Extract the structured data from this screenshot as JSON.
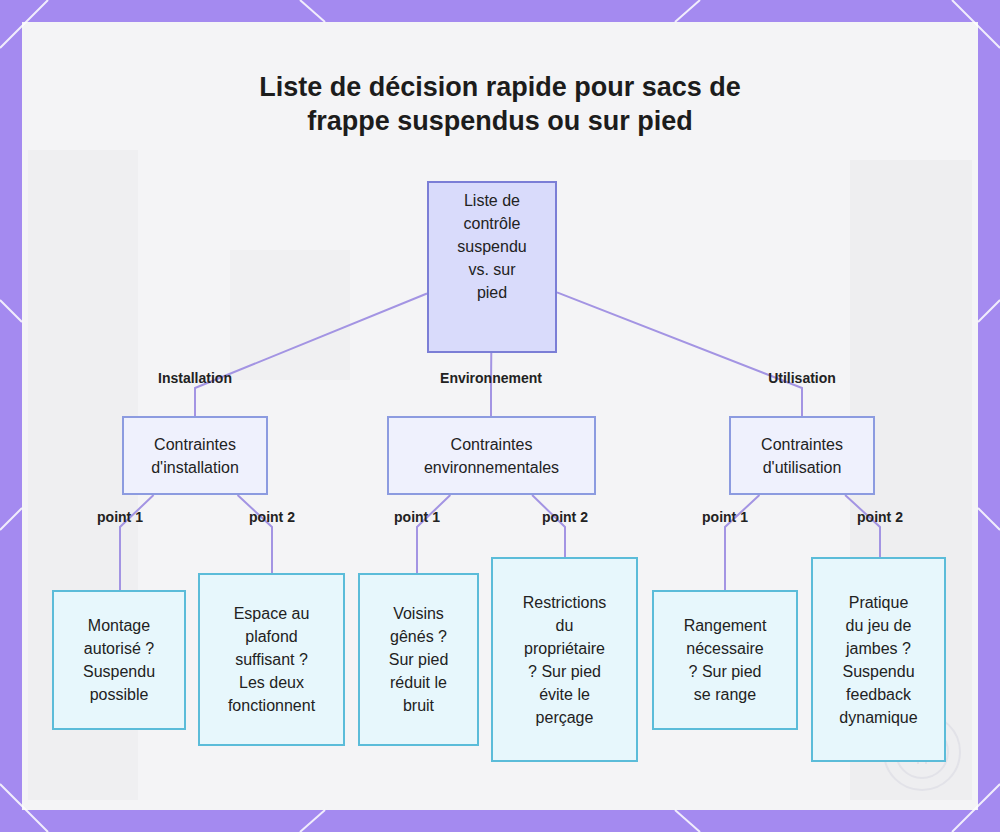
{
  "diagram": {
    "title": "Liste de décision rapide pour sacs de frappe suspendus ou sur pied",
    "nodes": [
      {
        "text": [
          "Liste de contrôle suspendu vs. sur pied"
        ]
      },
      {
        "text": [
          "Contraintes d'installation"
        ]
      },
      {
        "text": [
          "Contraintes environnementales"
        ]
      },
      {
        "text": [
          "Contraintes d'utilisation"
        ]
      },
      {
        "text": [
          "Montage autorisé ? Suspendu possible"
        ]
      },
      {
        "text": [
          "Espace au plafond suffisant ? Les deux fonctionnent"
        ]
      },
      {
        "text": [
          "Voisins gênés ? Sur pied réduit le bruit"
        ]
      },
      {
        "text": [
          "Restrictions du propriétaire ? Sur pied évite le perçage"
        ]
      },
      {
        "text": [
          "Rangement nécessaire ? Sur pied se range"
        ]
      },
      {
        "text": [
          "Pratique du jeu de jambes ? Suspendu feedback dynamique"
        ]
      }
    ],
    "edges": [
      {
        "from": 0,
        "to": 1,
        "label": "Installation",
        "arrow": "none"
      },
      {
        "from": 0,
        "to": 2,
        "label": "Environnement",
        "arrow": "none"
      },
      {
        "from": 0,
        "to": 3,
        "label": "Utilisation",
        "arrow": "none"
      },
      {
        "from": 1,
        "to": 4,
        "label": "point 1",
        "arrow": "none"
      },
      {
        "from": 1,
        "to": 5,
        "label": "point 2",
        "arrow": "none"
      },
      {
        "from": 2,
        "to": 6,
        "label": "point 1",
        "arrow": "none"
      },
      {
        "from": 2,
        "to": 7,
        "label": "point 2",
        "arrow": "none"
      },
      {
        "from": 3,
        "to": 8,
        "label": "point 1",
        "arrow": "none"
      },
      {
        "from": 3,
        "to": 9,
        "label": "point 2",
        "arrow": "none"
      }
    ]
  }
}
